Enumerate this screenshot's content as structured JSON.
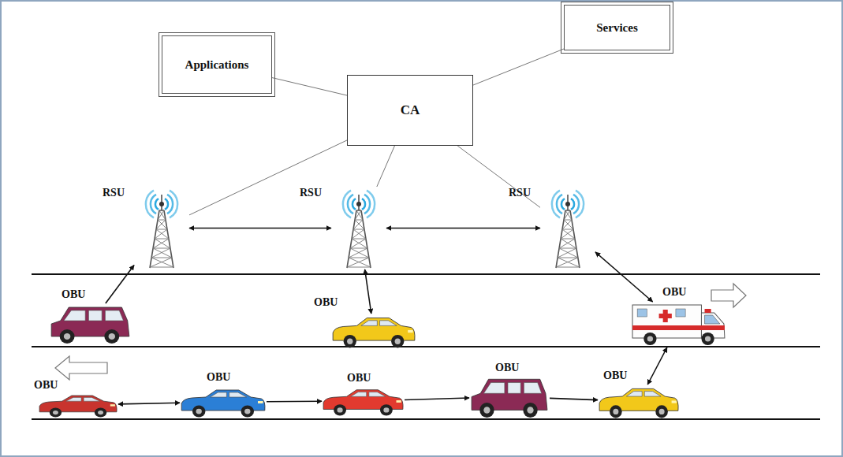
{
  "diagram": {
    "nodes": [
      {
        "text": [
          "Applications"
        ]
      },
      {
        "text": [
          "Services"
        ]
      },
      {
        "text": [
          "CA"
        ]
      },
      {
        "text": [
          "RSU"
        ]
      },
      {
        "text": [
          "RSU"
        ]
      },
      {
        "text": [
          "RSU"
        ]
      },
      {
        "text": [
          "OBU"
        ]
      },
      {
        "text": [
          "OBU"
        ]
      },
      {
        "text": [
          "OBU"
        ]
      },
      {
        "text": [
          "OBU"
        ]
      },
      {
        "text": [
          "OBU"
        ]
      },
      {
        "text": [
          "OBU"
        ]
      },
      {
        "text": [
          "OBU"
        ]
      },
      {
        "text": [
          "OBU"
        ]
      }
    ],
    "edges": [
      {
        "from": 0,
        "to": 2,
        "arrow": "none"
      },
      {
        "from": 1,
        "to": 2,
        "arrow": "none"
      },
      {
        "from": 2,
        "to": 3,
        "arrow": "none"
      },
      {
        "from": 2,
        "to": 4,
        "arrow": "none"
      },
      {
        "from": 2,
        "to": 5,
        "arrow": "none"
      },
      {
        "from": 3,
        "to": 4,
        "arrow": "both"
      },
      {
        "from": 4,
        "to": 5,
        "arrow": "both"
      },
      {
        "from": 6,
        "to": 3,
        "arrow": "to"
      },
      {
        "from": 7,
        "to": 4,
        "arrow": "both"
      },
      {
        "from": 5,
        "to": 8,
        "arrow": "both"
      },
      {
        "from": 8,
        "to": 13,
        "arrow": "both"
      },
      {
        "from": 9,
        "to": 10,
        "arrow": "both"
      },
      {
        "from": 10,
        "to": 11,
        "arrow": "to"
      },
      {
        "from": 11,
        "to": 12,
        "arrow": "to"
      },
      {
        "from": 12,
        "to": 13,
        "arrow": "to"
      }
    ]
  }
}
